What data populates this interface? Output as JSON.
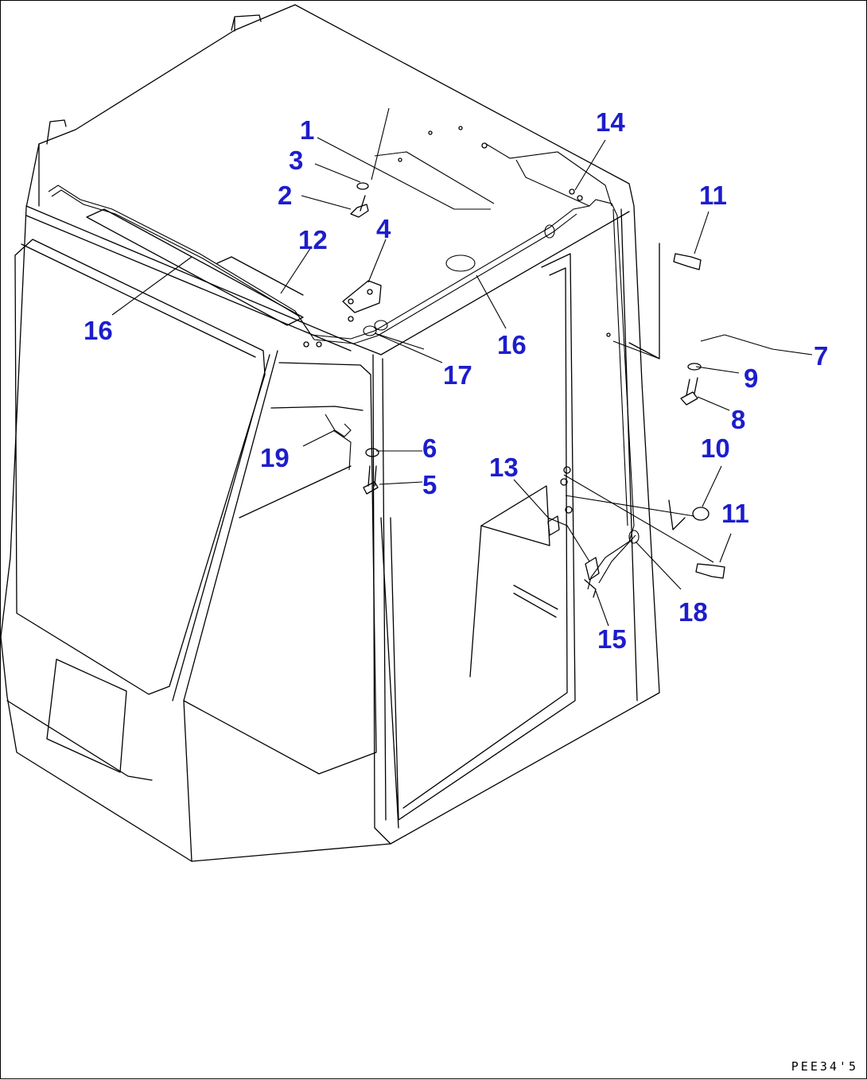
{
  "diagram": {
    "drawing_code": "PEE34'5",
    "callouts": [
      {
        "id": "c1",
        "label": "1"
      },
      {
        "id": "c2",
        "label": "2"
      },
      {
        "id": "c3",
        "label": "3"
      },
      {
        "id": "c4",
        "label": "4"
      },
      {
        "id": "c5",
        "label": "5"
      },
      {
        "id": "c6",
        "label": "6"
      },
      {
        "id": "c7",
        "label": "7"
      },
      {
        "id": "c8",
        "label": "8"
      },
      {
        "id": "c9",
        "label": "9"
      },
      {
        "id": "c10",
        "label": "10"
      },
      {
        "id": "c11a",
        "label": "11"
      },
      {
        "id": "c11b",
        "label": "11"
      },
      {
        "id": "c12",
        "label": "12"
      },
      {
        "id": "c13",
        "label": "13"
      },
      {
        "id": "c14",
        "label": "14"
      },
      {
        "id": "c15",
        "label": "15"
      },
      {
        "id": "c16a",
        "label": "16"
      },
      {
        "id": "c16b",
        "label": "16"
      },
      {
        "id": "c17",
        "label": "17"
      },
      {
        "id": "c18",
        "label": "18"
      },
      {
        "id": "c19",
        "label": "19"
      }
    ],
    "colors": {
      "callout": "#1d1dcc",
      "line": "#000000",
      "background": "#ffffff"
    }
  }
}
